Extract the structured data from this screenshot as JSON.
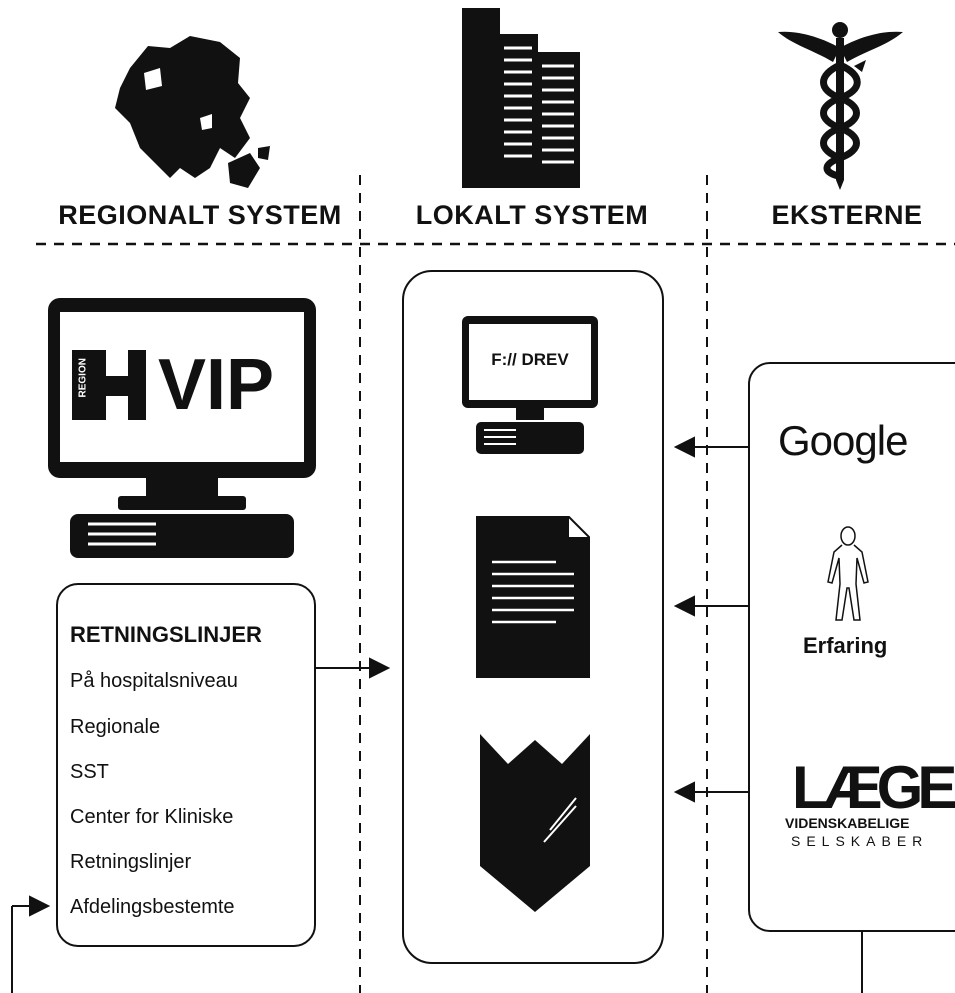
{
  "columns": {
    "regional": "REGIONALT SYSTEM",
    "local": "LOKALT SYSTEM",
    "external": "EKSTERNE"
  },
  "vip": {
    "region_word": "REGION",
    "region_letter": "H",
    "label": "VIP"
  },
  "drive": {
    "label": "F:// DREV"
  },
  "guidelines": {
    "title": "RETNINGSLINJER",
    "items": [
      "På hospitalsniveau",
      "Regionale",
      "SST",
      "Center for Kliniske",
      "Retningslinjer",
      "Afdelingsbestemte"
    ]
  },
  "external": {
    "google": "Google",
    "experience": "Erfaring",
    "laege": "LÆGE",
    "societies_line1": "VIDENSKABELIGE",
    "societies_line2": "SELSKABER"
  },
  "icons": {
    "regional": "region-map-icon",
    "local": "buildings-icon",
    "external": "caduceus-icon",
    "document": "document-icon",
    "book": "book-icon",
    "person": "person-icon"
  },
  "colors": {
    "ink": "#111111",
    "background": "#ffffff"
  }
}
